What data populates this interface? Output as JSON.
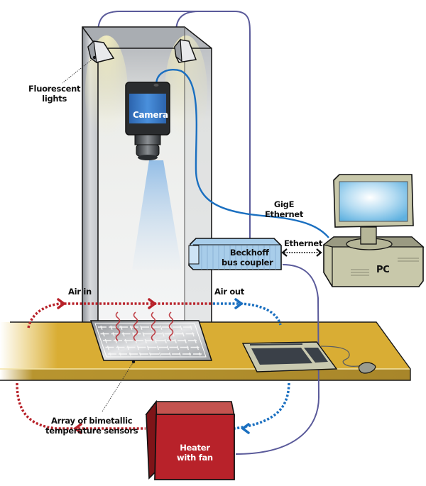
{
  "diagram": {
    "labels": {
      "fluorescent_lights": [
        "Fluorescent",
        "lights"
      ],
      "camera": "Camera",
      "gige_ethernet": [
        "GigE",
        "Ethernet"
      ],
      "ethernet": "Ethernet",
      "bus_coupler": [
        "Beckhoff",
        "bus coupler"
      ],
      "pc": "PC",
      "air_in": "Air in",
      "air_out": "Air out",
      "sensor_array": [
        "Array of bimetallic",
        "temperature sensors"
      ],
      "heater": [
        "Heater",
        "with fan"
      ]
    },
    "colors": {
      "table_top": "#d9ad34",
      "table_edge": "#a8862a",
      "heater": "#b8222a",
      "heater_top": "#c4534f",
      "heater_side": "#7e1418",
      "hot_air": "#b8222a",
      "cool_air": "#1a6fc0",
      "gige_cable": "#1a6fc0",
      "power_cable": "#5a5a9a",
      "camera_body": "#3a7fd0",
      "enclosure": "#b0b4b8",
      "pc_beige": "#c8c8aa",
      "screen": "#8ecbea"
    }
  }
}
